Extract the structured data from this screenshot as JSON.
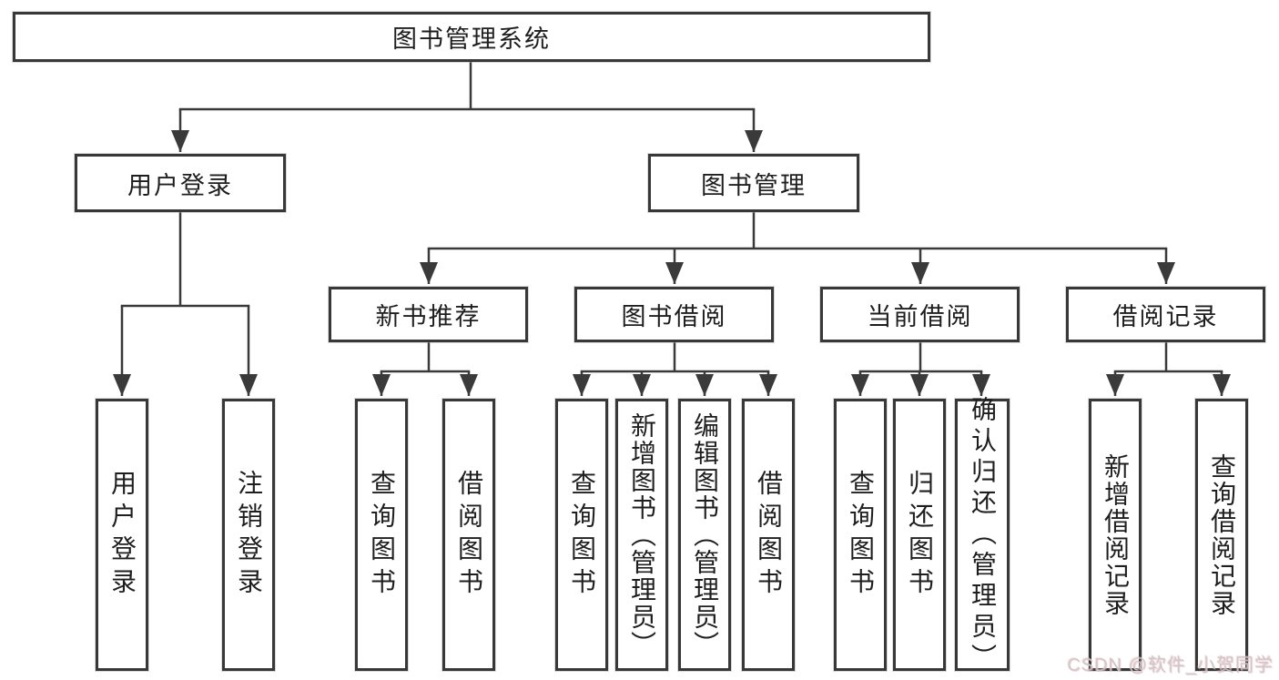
{
  "tree": {
    "root": {
      "label": "图书管理系统"
    },
    "branches": [
      {
        "label": "用户登录",
        "children": [
          {
            "label": "用户登录"
          },
          {
            "label": "注销登录"
          }
        ]
      },
      {
        "label": "图书管理",
        "children": [
          {
            "label": "新书推荐",
            "children": [
              {
                "label": "查询图书"
              },
              {
                "label": "借阅图书"
              }
            ]
          },
          {
            "label": "图书借阅",
            "children": [
              {
                "label": "查询图书"
              },
              {
                "label": "新增图书（管理员）"
              },
              {
                "label": "编辑图书（管理员）"
              },
              {
                "label": "借阅图书"
              }
            ]
          },
          {
            "label": "当前借阅",
            "children": [
              {
                "label": "查询图书"
              },
              {
                "label": "归还图书"
              },
              {
                "label": "确认归还（管理员）"
              }
            ]
          },
          {
            "label": "借阅记录",
            "children": [
              {
                "label": "新增借阅记录"
              },
              {
                "label": "查询借阅记录"
              }
            ]
          }
        ]
      }
    ]
  },
  "watermark": {
    "text": "CSDN @软件_小贺同学"
  },
  "colors": {
    "line": "#3a3a3a",
    "box_border": "#383838",
    "text": "#1e1e1e",
    "watermark": "#cbc3c7",
    "background": "#ffffff"
  }
}
